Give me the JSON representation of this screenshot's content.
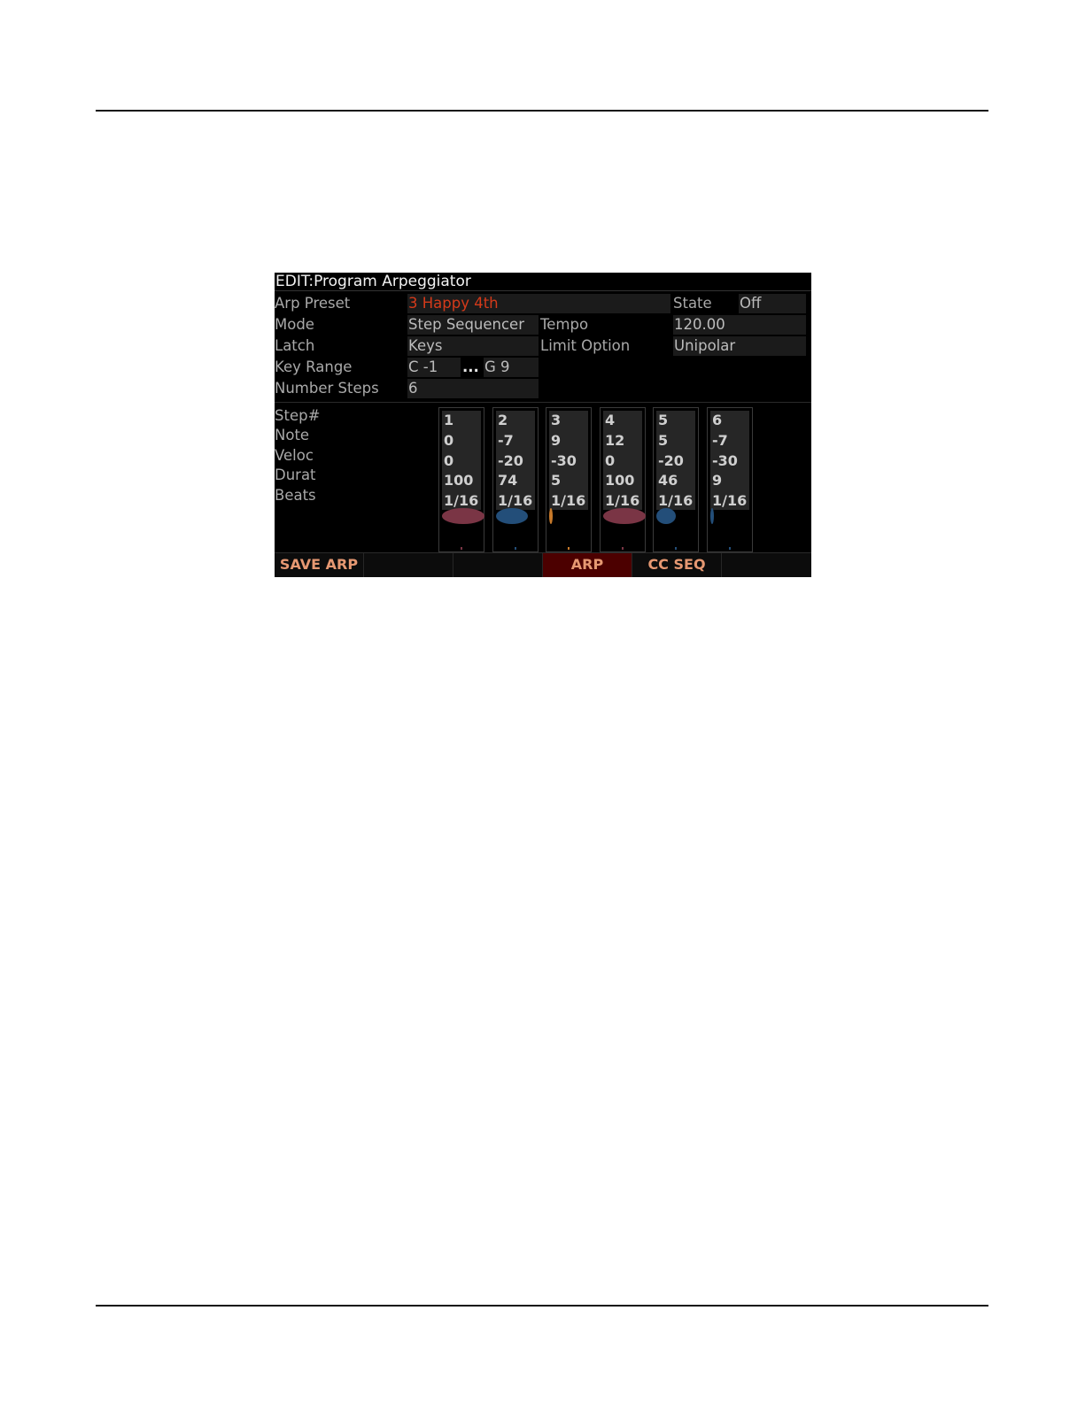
{
  "screen": {
    "title": "EDIT:Program Arpeggiator",
    "fields": {
      "arp_preset": {
        "label": "Arp Preset",
        "value": "3 Happy 4th"
      },
      "state": {
        "label": "State",
        "value": "Off"
      },
      "mode": {
        "label": "Mode",
        "value": "Step Sequencer"
      },
      "tempo": {
        "label": "Tempo",
        "value": "120.00"
      },
      "latch": {
        "label": "Latch",
        "value": "Keys"
      },
      "limit_option": {
        "label": "Limit Option",
        "value": "Unipolar"
      },
      "key_range": {
        "label": "Key Range",
        "low": "C -1",
        "separator": "...",
        "high": "G 9"
      },
      "number_steps": {
        "label": "Number Steps",
        "value": "6"
      }
    },
    "step_labels": [
      "Step#",
      "Note",
      "Veloc",
      "Durat",
      "Beats"
    ],
    "steps": [
      {
        "step": "1",
        "note": "0",
        "veloc": "0",
        "durat": "100",
        "beats": "1/16",
        "color": "#7a3545",
        "durat_pct": 100
      },
      {
        "step": "2",
        "note": "-7",
        "veloc": "-20",
        "durat": "74",
        "beats": "1/16",
        "color": "#234e79",
        "durat_pct": 74
      },
      {
        "step": "3",
        "note": "9",
        "veloc": "-30",
        "durat": "5",
        "beats": "1/16",
        "color": "#c87a2a",
        "durat_pct": 5
      },
      {
        "step": "4",
        "note": "12",
        "veloc": "0",
        "durat": "100",
        "beats": "1/16",
        "color": "#7a3545",
        "durat_pct": 100
      },
      {
        "step": "5",
        "note": "5",
        "veloc": "-20",
        "durat": "46",
        "beats": "1/16",
        "color": "#234e79",
        "durat_pct": 46
      },
      {
        "step": "6",
        "note": "-7",
        "veloc": "-30",
        "durat": "9",
        "beats": "1/16",
        "color": "#234e79",
        "durat_pct": 9
      }
    ],
    "soft_buttons": [
      "SAVE ARP",
      "",
      "",
      "ARP",
      "CC SEQ",
      ""
    ],
    "active_soft_button": 3
  }
}
